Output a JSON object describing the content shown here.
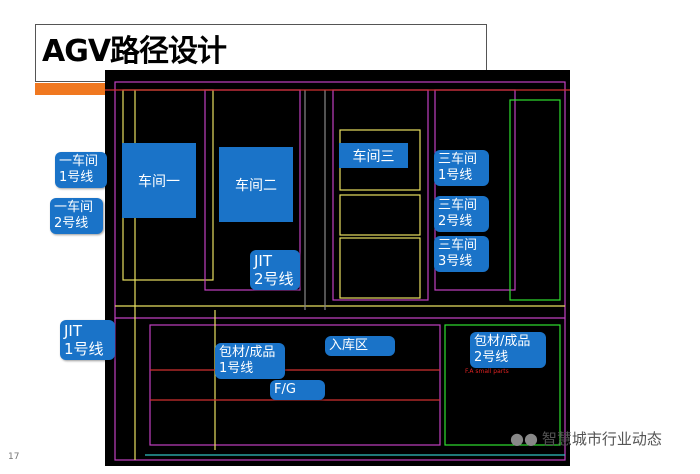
{
  "title": "AGV路径设计",
  "page_number": "17",
  "rooms": [
    "车间一",
    "车间二",
    "车间三"
  ],
  "callouts": {
    "ws1_line1": "一车间\n1号线",
    "ws1_line2": "一车间\n2号线",
    "ws3_line1": "三车间\n1号线",
    "ws3_line2": "三车间\n2号线",
    "ws3_line3": "三车间\n3号线",
    "jit2": "JIT\n2号线",
    "jit1": "JIT\n1号线",
    "pack1": "包材/成品\n1号线",
    "storage": "入库区",
    "pack2": "包材/成品\n2号线",
    "fg": "F/G"
  },
  "drawing_labels": {
    "fa": "F.A\nsmall\nparts"
  },
  "watermark": "智慧城市行业动态",
  "colors": {
    "accent": "#f07820",
    "callout": "#1a73c8"
  }
}
